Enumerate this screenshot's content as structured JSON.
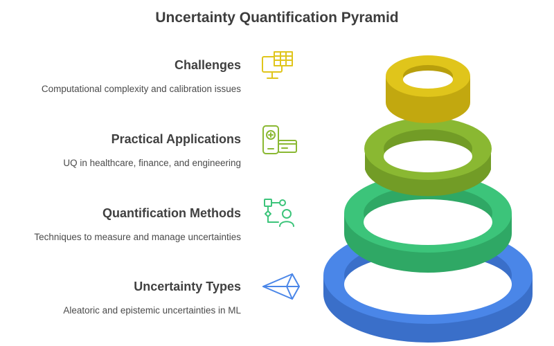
{
  "title": "Uncertainty Quantification Pyramid",
  "levels": [
    {
      "heading": "Challenges",
      "description": "Computational complexity and calibration issues",
      "icon": "monitor-spreadsheet-icon",
      "color": "#e0c51b"
    },
    {
      "heading": "Practical Applications",
      "description": "UQ in healthcare, finance, and engineering",
      "icon": "phone-card-icon",
      "color": "#8ab832"
    },
    {
      "heading": "Quantification Methods",
      "description": "Techniques to measure and manage uncertainties",
      "icon": "flowchart-person-icon",
      "color": "#3cc47a"
    },
    {
      "heading": "Uncertainty Types",
      "description": "Aleatoric and epistemic uncertainties in ML",
      "icon": "network-triangle-icon",
      "color": "#4a86e8"
    }
  ],
  "colors": {
    "icon_challenges": "#e0c51b",
    "icon_applications": "#8ab832",
    "icon_methods": "#3cc47a",
    "icon_types": "#4a86e8"
  }
}
